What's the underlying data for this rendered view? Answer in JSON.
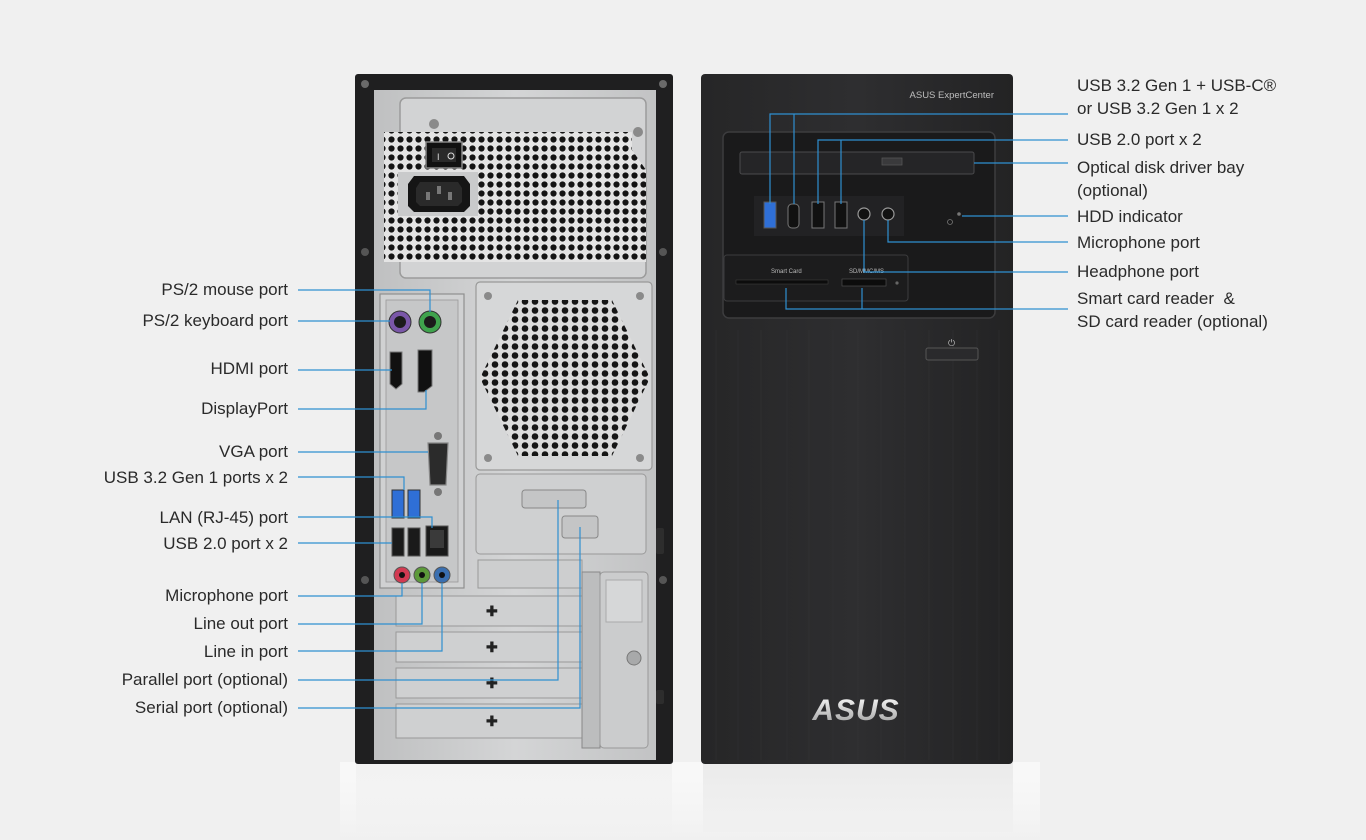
{
  "brand": {
    "model_text": "ASUS ExpertCenter",
    "logo_text": "ASUS"
  },
  "front_panel": {
    "smart_card_slot_label": "Smart Card",
    "sd_slot_label": "SD/MMC/MS"
  },
  "rear_labels": [
    "PS/2 mouse port",
    "PS/2 keyboard port",
    "HDMI port",
    "DisplayPort",
    "VGA port",
    "USB 3.2 Gen 1 ports x 2",
    "LAN (RJ-45) port",
    "USB 2.0 port x 2",
    "Microphone port",
    "Line out port",
    "Line in port",
    "Parallel port (optional)",
    "Serial port (optional)"
  ],
  "front_labels": [
    [
      "USB 3.2 Gen 1 + USB-C®",
      "or USB 3.2 Gen 1 x 2"
    ],
    [
      "USB 2.0 port x 2"
    ],
    [
      "Optical disk driver bay",
      "(optional)"
    ],
    [
      "HDD indicator"
    ],
    [
      "Microphone port"
    ],
    [
      "Headphone port"
    ],
    [
      "Smart card reader  &",
      "SD card reader (optional)"
    ]
  ],
  "colors": {
    "callout": "#2f8fd0",
    "chassis_dark": "#1e1e1f",
    "chassis_silver": "#c9cacb",
    "ps2_mouse": "#3fa34d",
    "ps2_keyboard": "#7a57a8",
    "audio_mic": "#d23a52",
    "audio_out": "#5c9a3a",
    "audio_in": "#3a6fb0",
    "usb3_blue": "#2f6fd6"
  }
}
